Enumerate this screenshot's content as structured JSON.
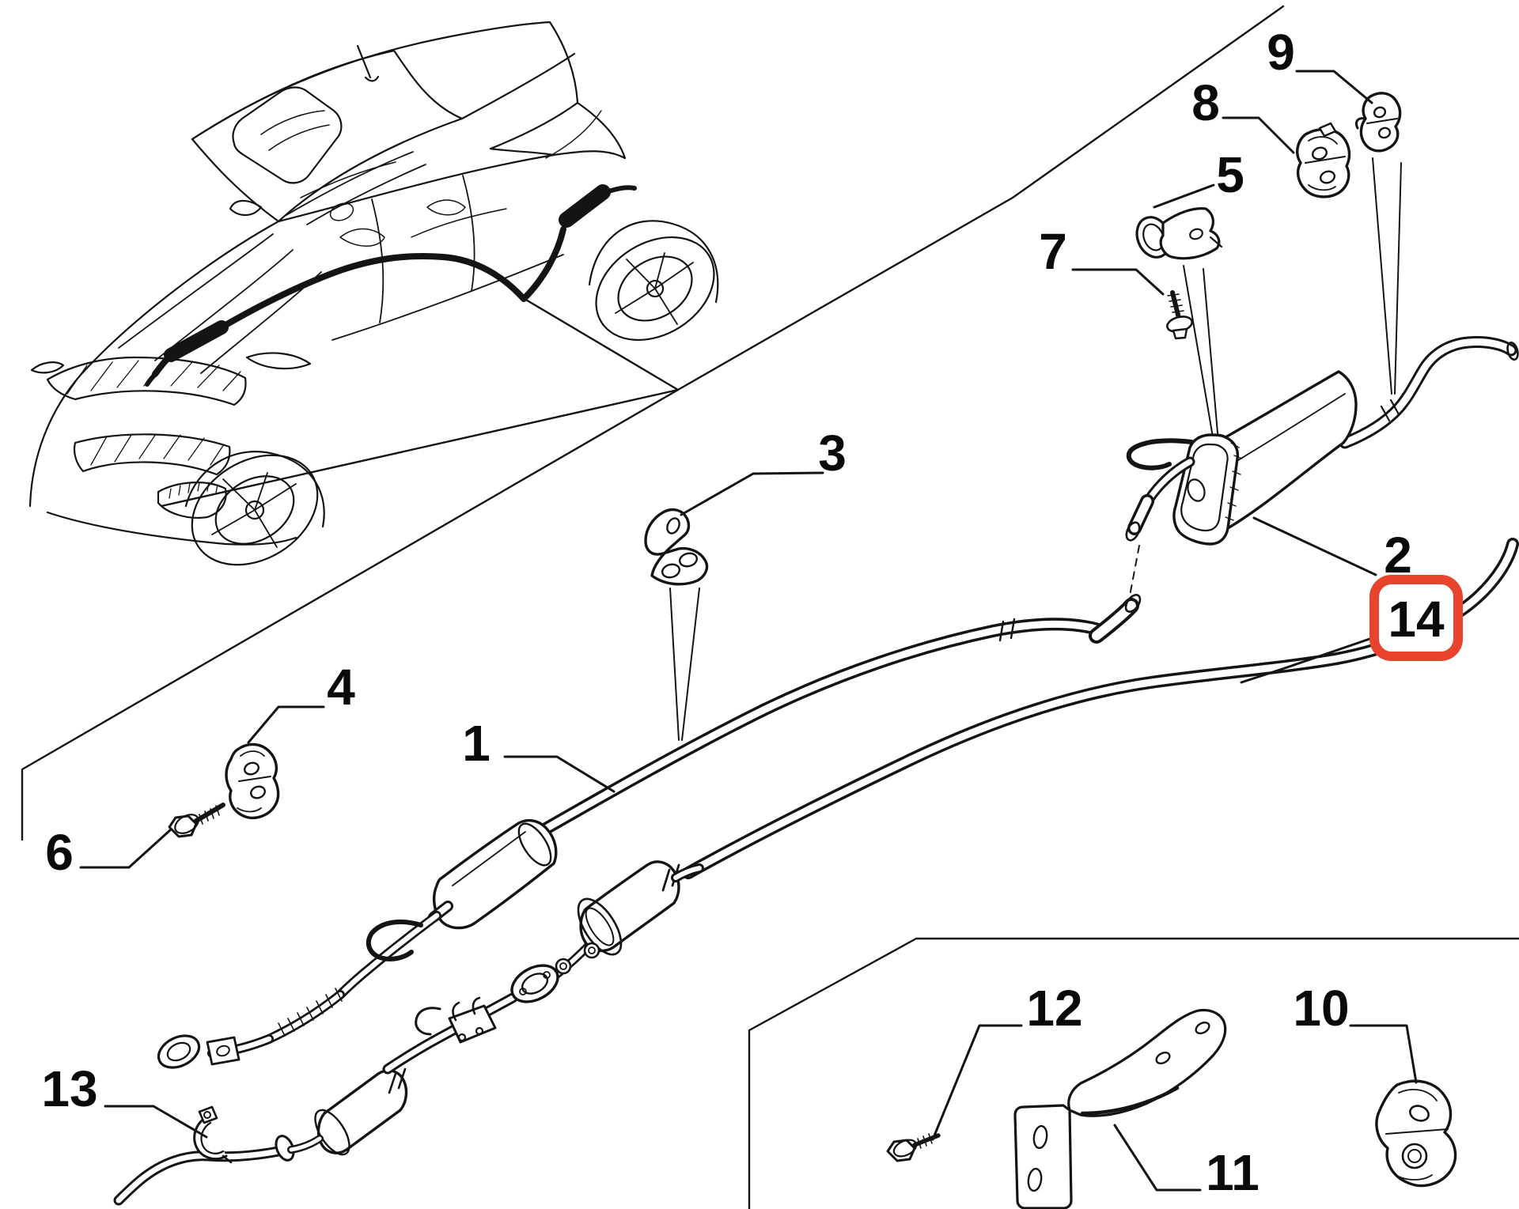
{
  "diagram": {
    "kind": "exploded-parts-diagram",
    "subject": "car exhaust system with vehicle locator drawing",
    "background_color": "#ffffff",
    "line_color": "#141414",
    "highlight": {
      "color": "#e8432c",
      "highlighted_part": "14"
    },
    "callouts": [
      {
        "number": "1"
      },
      {
        "number": "2"
      },
      {
        "number": "3"
      },
      {
        "number": "4"
      },
      {
        "number": "5"
      },
      {
        "number": "6"
      },
      {
        "number": "7"
      },
      {
        "number": "8"
      },
      {
        "number": "9"
      },
      {
        "number": "10"
      },
      {
        "number": "11"
      },
      {
        "number": "12"
      },
      {
        "number": "13"
      },
      {
        "number": "14",
        "highlighted": true
      }
    ]
  }
}
